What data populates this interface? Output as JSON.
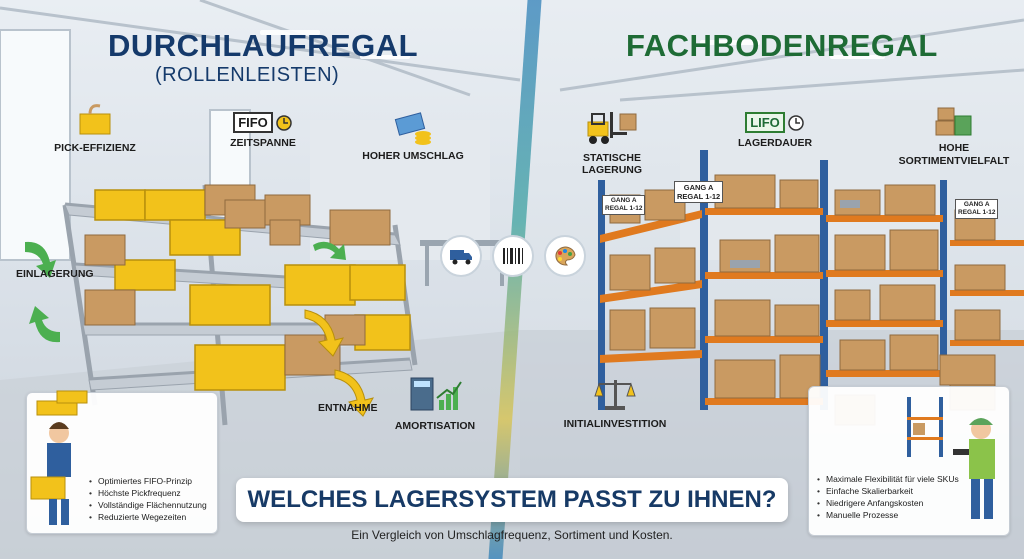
{
  "left": {
    "title": "DURCHLAUFREGAL",
    "subtitle": "(ROLLENLEISTEN)",
    "features": {
      "pick": "PICK-EFFIZIENZ",
      "time": "ZEITSPANNE",
      "turnover": "HOHER UMSCHLAG"
    },
    "fifo_badge": "FIFO",
    "einlagerung": "EINLAGERUNG",
    "entnahme": "ENTNAHME",
    "amortisation": "AMORTISATION",
    "bullets": [
      "Optimiertes FIFO-Prinzip",
      "Höchste Pickfrequenz",
      "Vollständige Flächennutzung",
      "Reduzierte Wegezeiten"
    ]
  },
  "right": {
    "title": "FACHBODENREGAL",
    "features": {
      "static": "STATISCHE LAGERUNG",
      "duration": "LAGERDAUER",
      "variety_1": "HOHE",
      "variety_2": "SORTIMENTVIELFALT"
    },
    "lifo_badge": "LIFO",
    "initial": "INITIALINVESTITION",
    "aisle_tags": [
      "GANG A",
      "REGAL 1-12",
      "GANG A",
      "REGAL 1-12",
      "GANG A",
      "REGAL 1-12"
    ],
    "bullets": [
      "Maximale Flexibilität für viele SKUs",
      "Einfache Skalierbarkeit",
      "Niedrigere Anfangskosten",
      "Manuelle Prozesse"
    ]
  },
  "question": "WELCHES LAGERSYSTEM PASST ZU IHNEN?",
  "subline": "Ein Vergleich von Umschlagfrequenz, Sortiment und Kosten.",
  "colors": {
    "left_title": "#153a6b",
    "right_title": "#1e6b35",
    "crate": "#f2c21b",
    "box": "#c99a62",
    "rack_blue": "#2f5f9e",
    "rack_orange": "#e07a1f"
  }
}
